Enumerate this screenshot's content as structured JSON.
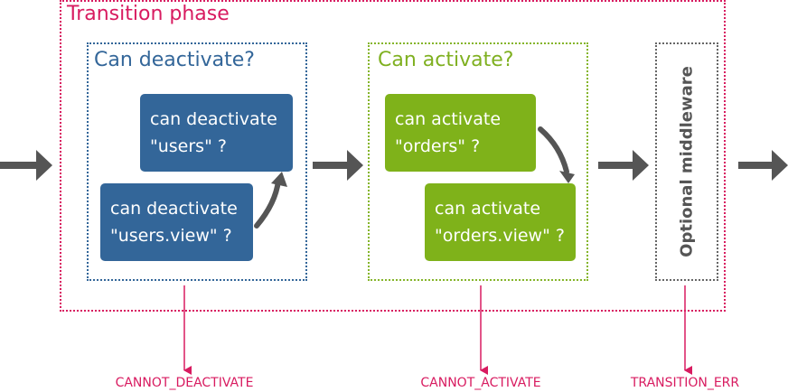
{
  "diagram": {
    "transition_phase": {
      "title": "Transition phase"
    },
    "deactivate": {
      "title": "Can deactivate?",
      "box_parent": {
        "line1": "can deactivate",
        "line2": "\"users\" ?"
      },
      "box_child": {
        "line1": "can deactivate",
        "line2": "\"users.view\" ?"
      }
    },
    "activate": {
      "title": "Can activate?",
      "box_parent": {
        "line1": "can activate",
        "line2": "\"orders\" ?"
      },
      "box_child": {
        "line1": "can activate",
        "line2": "\"orders.view\" ?"
      }
    },
    "middleware": {
      "label": "Optional middleware"
    },
    "errors": {
      "deactivate": "CANNOT_DEACTIVATE",
      "activate": "CANNOT_ACTIVATE",
      "transition": "TRANSITION_ERR"
    },
    "colors": {
      "transition": "#d81b60",
      "deactivate": "#336699",
      "activate": "#7fb21a",
      "middleware": "#666666",
      "flow_arrow": "#555555"
    }
  }
}
